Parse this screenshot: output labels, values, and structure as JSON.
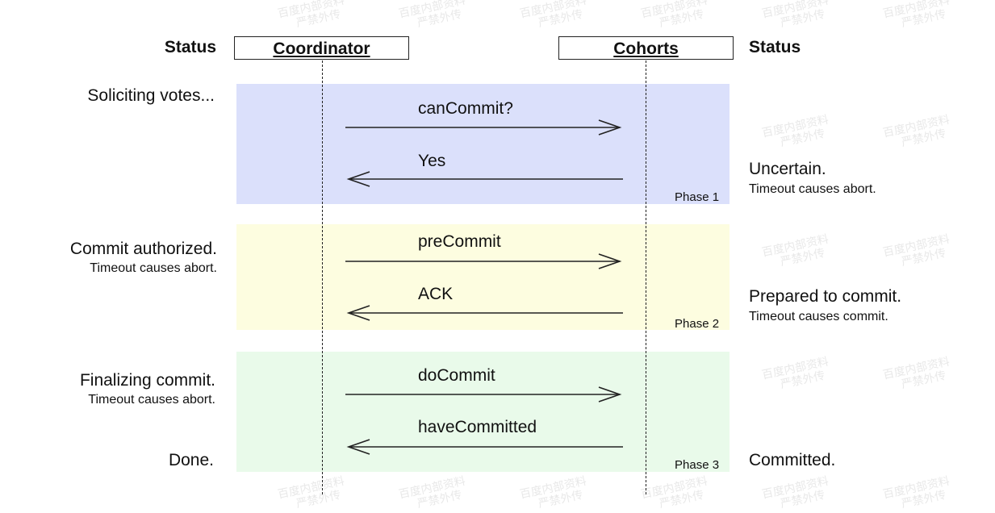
{
  "headers": {
    "left_status": "Status",
    "right_status": "Status"
  },
  "actors": {
    "coordinator": "Coordinator",
    "cohorts": "Cohorts"
  },
  "phases": [
    {
      "label": "Phase 1",
      "color": "#dbe0fb",
      "messages": [
        {
          "text": "canCommit?",
          "direction": "to-cohorts"
        },
        {
          "text": "Yes",
          "direction": "to-coordinator"
        }
      ]
    },
    {
      "label": "Phase 2",
      "color": "#fdfde0",
      "messages": [
        {
          "text": "preCommit",
          "direction": "to-cohorts"
        },
        {
          "text": "ACK",
          "direction": "to-coordinator"
        }
      ]
    },
    {
      "label": "Phase 3",
      "color": "#e9faea",
      "messages": [
        {
          "text": "doCommit",
          "direction": "to-cohorts"
        },
        {
          "text": "haveCommitted",
          "direction": "to-coordinator"
        }
      ]
    }
  ],
  "coordinator_status": [
    {
      "main": "Soliciting votes..."
    },
    {
      "main": "Commit authorized.",
      "sub": "Timeout causes abort."
    },
    {
      "main": "Finalizing commit.",
      "sub": "Timeout causes abort."
    },
    {
      "main": "Done."
    }
  ],
  "cohort_status": [
    {
      "main": "Uncertain.",
      "sub": "Timeout causes abort."
    },
    {
      "main": "Prepared to commit.",
      "sub": "Timeout causes commit."
    },
    {
      "main": "Committed."
    }
  ],
  "watermark": {
    "line1": "百度内部资料",
    "line2": "严禁外传"
  }
}
